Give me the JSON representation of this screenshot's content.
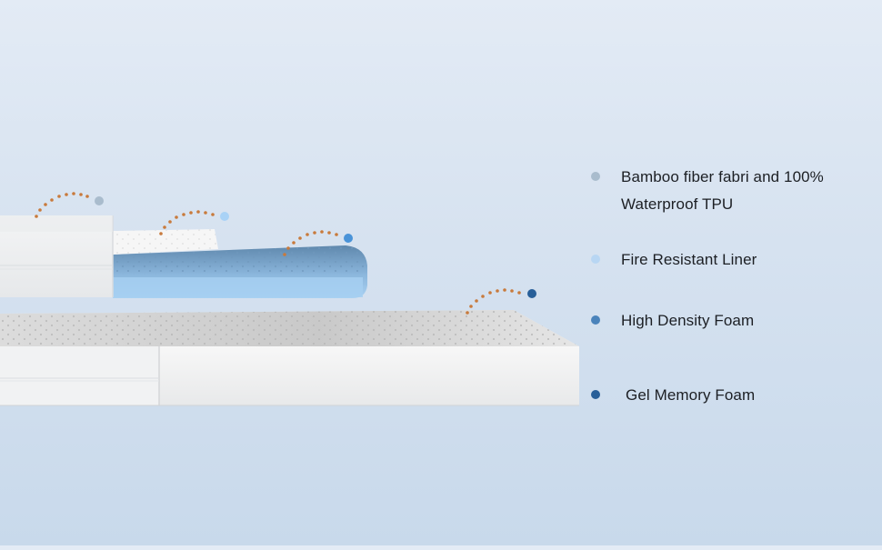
{
  "legend": {
    "items": [
      {
        "label": "Bamboo fiber fabri and 100% Waterproof TPU",
        "color": "#a9bccd"
      },
      {
        "label": "Fire Resistant Liner",
        "color": "#b8d6f3"
      },
      {
        "label": "High Density Foam",
        "color": "#4a83bb"
      },
      {
        "label": "Gel Memory Foam",
        "color": "#285f99"
      }
    ]
  },
  "colors": {
    "callout_dots": "#c87a3c",
    "gel_foam": "#9fc9ea",
    "foam_white": "#f4f5f6"
  }
}
